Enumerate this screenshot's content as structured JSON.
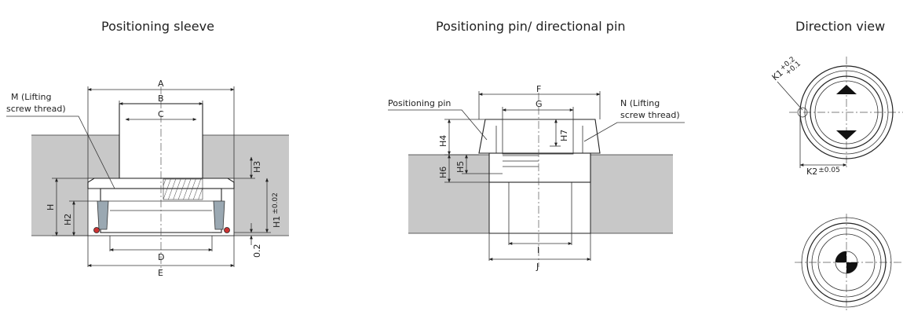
{
  "titles": {
    "sleeve": "Positioning sleeve",
    "pin": "Positioning pin/ directional pin",
    "direction": "Direction view"
  },
  "sleeve": {
    "dims": {
      "A": "A",
      "B": "B",
      "C": "C",
      "D": "D",
      "E": "E",
      "H": "H",
      "H2": "H2",
      "H3": "H3",
      "H1": "H1",
      "H1_tol": "±0.02",
      "gap": "0.2"
    },
    "callout_line1": "M (Lifting",
    "callout_line2": "screw thread)"
  },
  "pin": {
    "dims": {
      "F": "F",
      "G": "G",
      "H4": "H4",
      "H5": "H5",
      "H6": "H6",
      "H7": "H7",
      "I": "I",
      "J": "J"
    },
    "pin_label": "Positioning pin",
    "callout_line1": "N (Lifting",
    "callout_line2": "screw thread)"
  },
  "direction": {
    "K1": "K1",
    "K1_tol_plus": "+0.2",
    "K1_tol_minus": "+0.1",
    "K2": "K2",
    "K2_tol": "±0.05"
  }
}
